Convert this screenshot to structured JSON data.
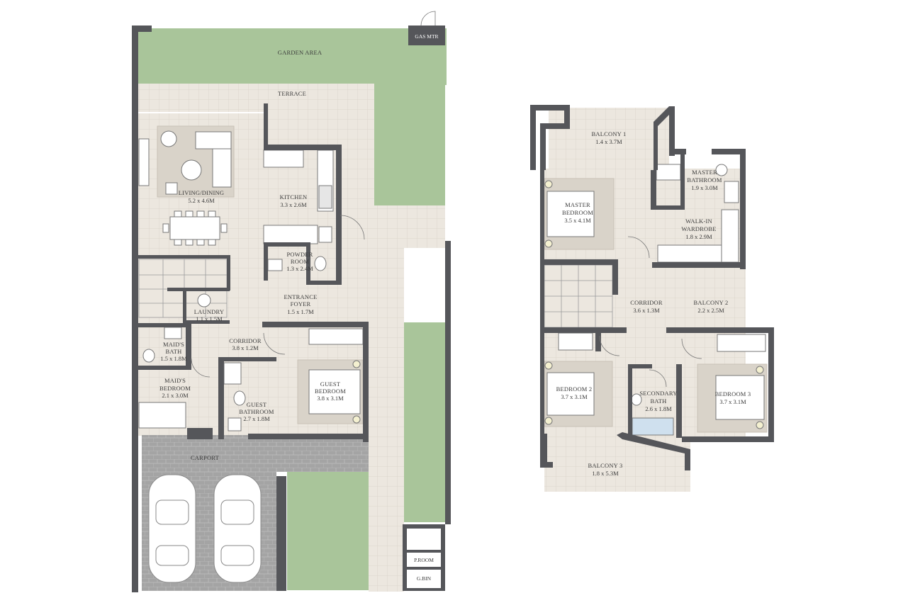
{
  "ground_floor": {
    "labels": {
      "garden_area": "GARDEN AREA",
      "gas_mtr": "GAS MTR",
      "terrace": "TERRACE",
      "living_dining": {
        "name": "LIVING/DINING",
        "dim": "5.2 x 4.6M"
      },
      "kitchen": {
        "name": "KITCHEN",
        "dim": "3.3 x 2.6M"
      },
      "powder_room": {
        "name1": "POWDER",
        "name2": "ROOM",
        "dim": "1.3 x 2.4M"
      },
      "entrance_foyer": {
        "name1": "ENTRANCE",
        "name2": "FOYER",
        "dim": "1.5 x 1.7M"
      },
      "laundry": {
        "name": "LAUNDRY",
        "dim": "1.1 x 1.5M"
      },
      "maids_bath": {
        "name1": "MAID'S",
        "name2": "BATH",
        "dim": "1.5 x 1.8M"
      },
      "corridor": {
        "name": "CORRIDOR",
        "dim": "3.8 x 1.2M"
      },
      "maids_bedroom": {
        "name1": "MAID'S",
        "name2": "BEDROOM",
        "dim": "2.1 x 3.0M"
      },
      "guest_bedroom": {
        "name1": "GUEST",
        "name2": "BEDROOM",
        "dim": "3.8 x 3.1M"
      },
      "guest_bathroom": {
        "name1": "GUEST",
        "name2": "BATHROOM",
        "dim": "2.7 x 1.8M"
      },
      "carport": "CARPORT",
      "p_room": "P.ROOM",
      "g_bin": "G.BIN"
    }
  },
  "first_floor": {
    "labels": {
      "balcony_1": {
        "name": "BALCONY 1",
        "dim": "1.4 x 3.7M"
      },
      "master_bathroom": {
        "name1": "MASTER",
        "name2": "BATHROOM",
        "dim": "1.9 x 3.0M"
      },
      "master_bedroom": {
        "name1": "MASTER",
        "name2": "BEDROOM",
        "dim": "3.5 x 4.1M"
      },
      "walk_in_wardrobe": {
        "name1": "WALK-IN",
        "name2": "WARDROBE",
        "dim": "1.8 x 2.9M"
      },
      "corridor": {
        "name": "CORRIDOR",
        "dim": "3.6 x 1.3M"
      },
      "balcony_2": {
        "name": "BALCONY 2",
        "dim": "2.2 x 2.5M"
      },
      "bedroom_2": {
        "name": "BEDROOM 2",
        "dim": "3.7 x 3.1M"
      },
      "secondary_bath": {
        "name1": "SECONDARY",
        "name2": "BATH",
        "dim": "2.6 x 1.8M"
      },
      "bedroom_3": {
        "name": "BEDROOM 3",
        "dim": "3.7 x 3.1M"
      },
      "balcony_3": {
        "name": "BALCONY 3",
        "dim": "1.8 x 5.3M"
      }
    }
  },
  "colors": {
    "wall": "#55565a",
    "floor": "#ece7df",
    "tile_line": "#d9d2c7",
    "grass": "#a9c59a",
    "pavers": "#a8a8a8",
    "rug": "#d9d3c9",
    "fixture": "#ffffff",
    "text": "#3a3a3a"
  }
}
